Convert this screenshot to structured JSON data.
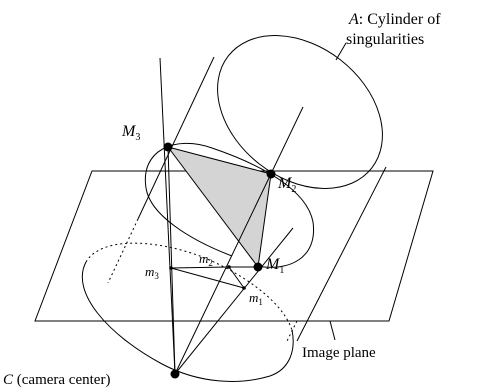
{
  "labels": {
    "cylinder_symbol": "A",
    "cylinder_caption_line1": ": Cylinder of",
    "cylinder_caption_line2": "singularities",
    "m3_upper": "M",
    "m3_upper_sub": "3",
    "m2_upper": "M",
    "m2_upper_sub": "2",
    "m1_upper": "M",
    "m1_upper_sub": "1",
    "m3_lower": "m",
    "m3_lower_sub": "3",
    "m2_lower": "m",
    "m2_lower_sub": "2",
    "m1_lower": "m",
    "m1_lower_sub": "1",
    "camera_symbol": "C",
    "camera_caption": " (camera center)",
    "image_plane": "Image plane"
  },
  "colors": {
    "stroke": "#000000",
    "triangle_fill": "#d4d4d4",
    "background": "#ffffff"
  }
}
